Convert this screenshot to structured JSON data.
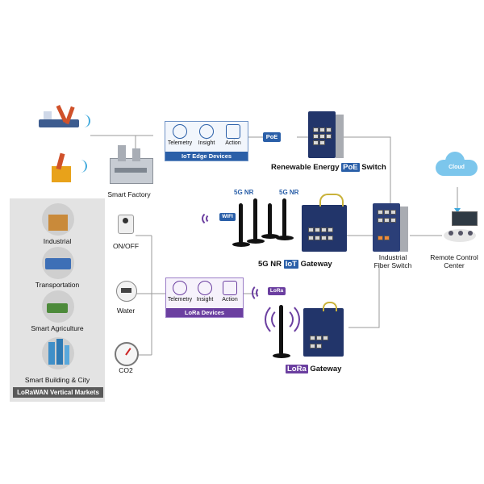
{
  "edge_devices": {
    "title": "IoT Edge Devices",
    "telemetry": "Telemetry",
    "insight": "Insight",
    "action": "Action"
  },
  "lora_devices": {
    "title": "LoRa Devices",
    "telemetry": "Telemetry",
    "insight": "Insight",
    "action": "Action"
  },
  "labels": {
    "smart_factory": "Smart Factory",
    "on_off": "ON/OFF",
    "water": "Water",
    "co2": "CO2",
    "poe_badge": "PoE",
    "wifi_badge": "WIFI",
    "lora_badge": "LoRa",
    "nr_left": "5G NR",
    "nr_right": "5G NR",
    "cloud": "Cloud",
    "remote_control_line1": "Remote Control",
    "remote_control_line2": "Center",
    "fiber_switch_line1": "Industrial",
    "fiber_switch_line2": "Fiber Switch"
  },
  "poe_switch": {
    "prefix": "Renewable Energy ",
    "tag": "PoE",
    "suffix": " Switch"
  },
  "nr_gateway": {
    "prefix": "5G NR ",
    "tag": "IoT",
    "suffix": " Gateway"
  },
  "lora_gateway": {
    "tag": "LoRa",
    "suffix": " Gateway"
  },
  "markets": {
    "title": "LoRaWAN Vertical Markets",
    "items": [
      "Industrial",
      "Transportation",
      "Smart Agriculture",
      "Smart Building & City"
    ]
  },
  "colors": {
    "accent_blue": "#2a5fa8",
    "accent_purple": "#6b3fa0",
    "hardware_navy": "#22356a"
  }
}
